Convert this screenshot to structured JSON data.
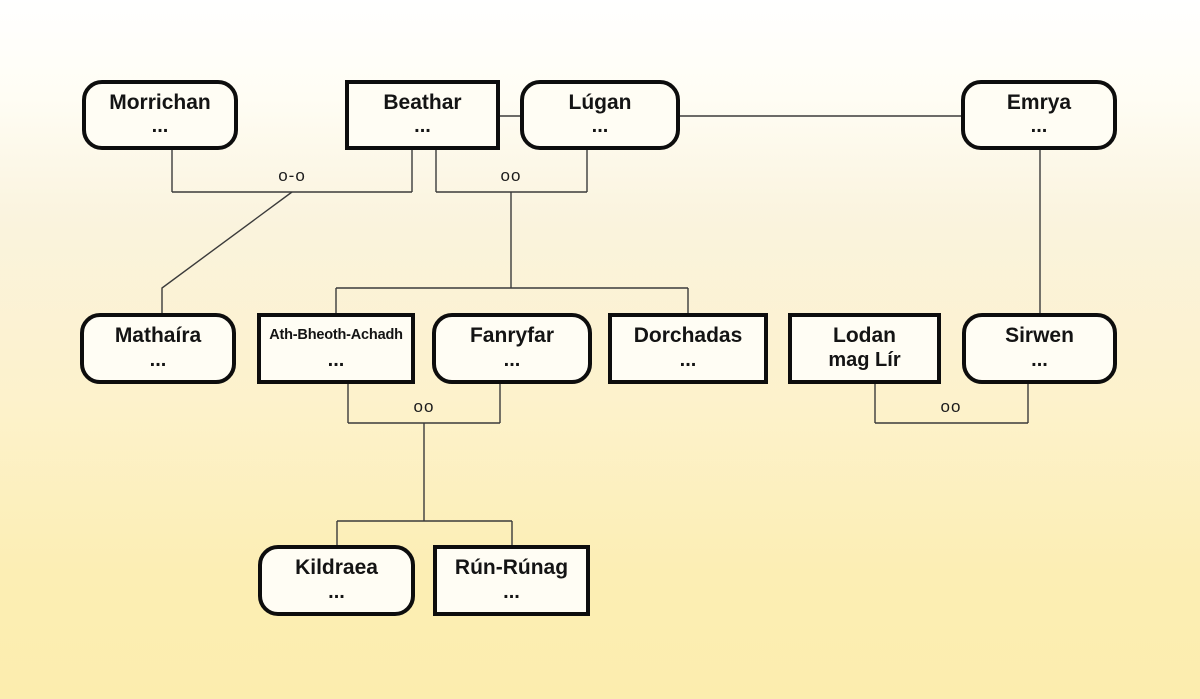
{
  "diagram_type": "family-tree",
  "colors": {
    "background_top": "#ffffff",
    "background_bottom": "#fcedae",
    "box_fill": "#fffdf4",
    "box_border": "#0d0d0d",
    "connector_line": "#3b3b3b",
    "text": "#141414"
  },
  "persons": [
    {
      "name": "Morrichan",
      "detail": "...",
      "shape": "rounded"
    },
    {
      "name": "Beathar",
      "detail": "...",
      "shape": "square"
    },
    {
      "name": "Lúgan",
      "detail": "...",
      "shape": "rounded"
    },
    {
      "name": "Emrya",
      "detail": "...",
      "shape": "rounded"
    },
    {
      "name": "Mathaíra",
      "detail": "...",
      "shape": "rounded"
    },
    {
      "name": "Ath-Bheoth-Achadh",
      "detail": "...",
      "shape": "square"
    },
    {
      "name": "Fanryfar",
      "detail": "...",
      "shape": "rounded"
    },
    {
      "name": "Dorchadas",
      "detail": "...",
      "shape": "square"
    },
    {
      "name": "Lodan",
      "detail": "mag Lír",
      "shape": "square"
    },
    {
      "name": "Sirwen",
      "detail": "...",
      "shape": "rounded"
    },
    {
      "name": "Kildraea",
      "detail": "...",
      "shape": "rounded"
    },
    {
      "name": "Rún-Rúnag",
      "detail": "...",
      "shape": "square"
    }
  ],
  "union_labels": [
    {
      "between": "Morrichan and Beathar",
      "label": "o-o"
    },
    {
      "between": "Beathar and Lúgan",
      "label": "oo"
    },
    {
      "between": "Ath-Bheoth-Achadh and Fanryfar",
      "label": "oo"
    },
    {
      "between": "Lodan mag Lír and Sirwen",
      "label": "oo"
    }
  ]
}
